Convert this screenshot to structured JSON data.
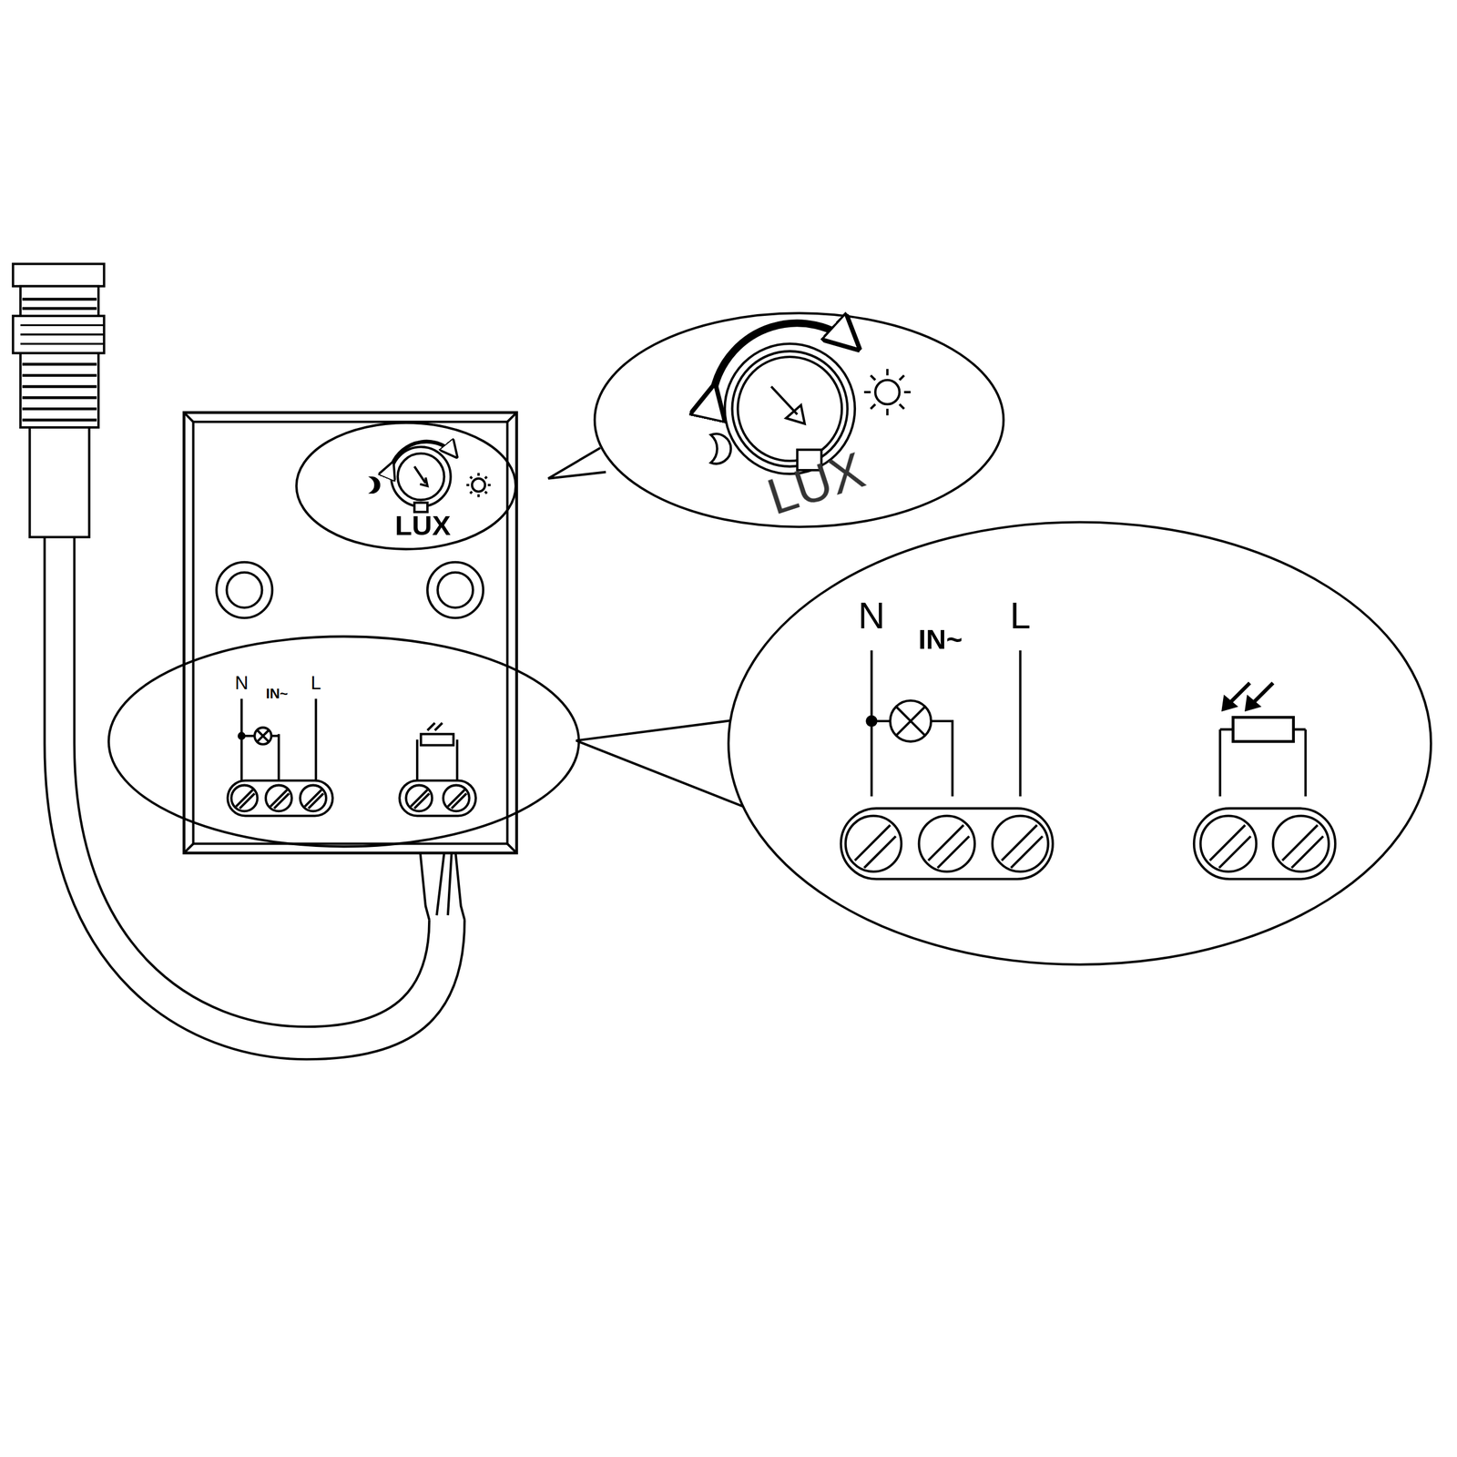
{
  "diagram": {
    "labels": [
      "LUX",
      "LUX",
      "N",
      "IN~",
      "L",
      "N",
      "IN~",
      "L"
    ]
  }
}
